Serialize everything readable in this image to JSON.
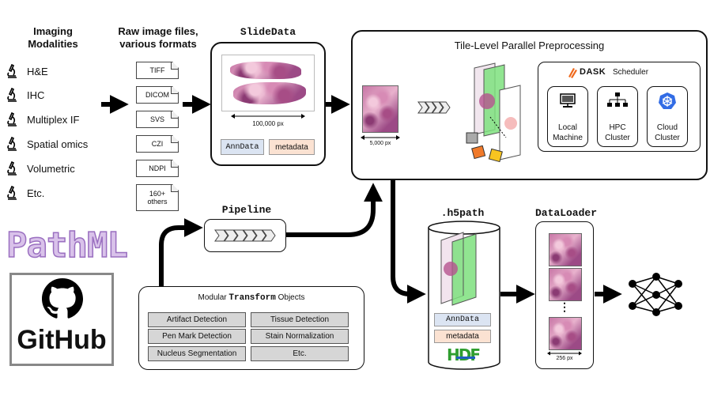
{
  "modalities": {
    "title": "Imaging Modalities",
    "items": [
      "H&E",
      "IHC",
      "Multiplex IF",
      "Spatial omics",
      "Volumetric",
      "Etc."
    ]
  },
  "formats": {
    "title": "Raw image files, various formats",
    "items": [
      "TIFF",
      "DICOM",
      "SVS",
      "CZI",
      "NDPI",
      "160+ others"
    ]
  },
  "slidedata": {
    "title": "SlideData",
    "scale_label": "100,000 px",
    "anndata": "AnnData",
    "metadata": "metadata"
  },
  "tile": {
    "title": "Tile-Level Parallel Preprocessing",
    "tile_scale": "5,000 px",
    "dask": {
      "brand": "DASK",
      "scheduler": "Scheduler",
      "executors": [
        "Local Machine",
        "HPC Cluster",
        "Cloud Cluster"
      ]
    }
  },
  "logos": {
    "pathml": "PathML",
    "github": "GitHub",
    "hdf": "HDF"
  },
  "pipeline": {
    "title": "Pipeline"
  },
  "transforms": {
    "title_prefix": "Modular",
    "title_mono": "Transform",
    "title_suffix": "Objects",
    "items": [
      "Artifact Detection",
      "Tissue Detection",
      "Pen Mark Detection",
      "Stain Normalization",
      "Nucleus Segmentation",
      "Etc."
    ]
  },
  "h5path": {
    "title": ".h5path",
    "anndata": "AnnData",
    "metadata": "metadata"
  },
  "dataloader": {
    "title": "DataLoader",
    "dots": "⋮",
    "tile_label": "256 px"
  },
  "colors": {
    "hdf_green": "#2f9e2f",
    "hdf_blue": "#1f5fbf",
    "pathml_purple": "#b98ad1",
    "dask_orange": "#ef6a1e",
    "k8s_blue": "#326ce5"
  }
}
